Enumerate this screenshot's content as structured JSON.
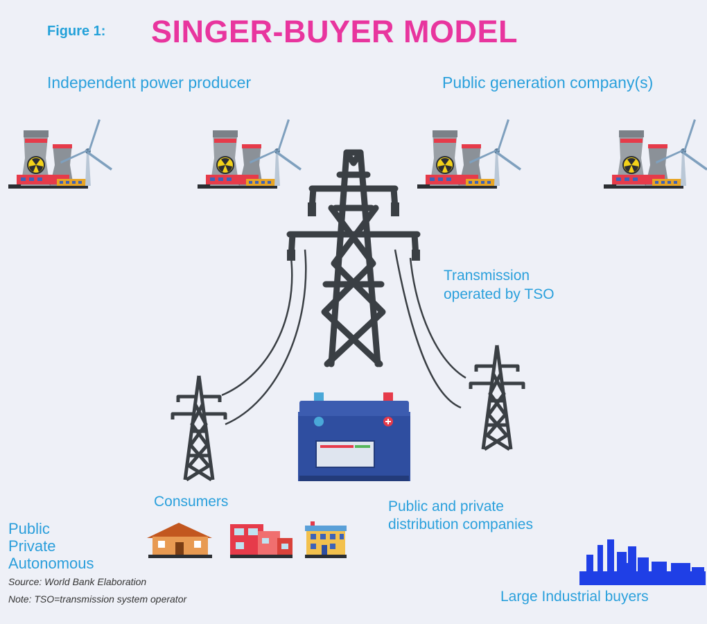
{
  "header": {
    "figure_label": "Figure 1:",
    "title": "SINGER-BUYER MODEL"
  },
  "generators": {
    "left_label": "Independent power producer",
    "right_label": "Public generation company(s)"
  },
  "transmission": {
    "line1": "Transmission",
    "line2": "operated by TSO"
  },
  "consumers": {
    "label": "Consumers"
  },
  "distribution": {
    "line1": "Public and private",
    "line2": "distribution companies"
  },
  "ownership": [
    "Public",
    "Private",
    "Autonomous"
  ],
  "industrial": {
    "label": "Large Industrial buyers"
  },
  "footer": {
    "source": "Source: World Bank Elaboration",
    "note": "Note: TSO=transmission system operator"
  },
  "colors": {
    "title": "#e8359e",
    "label": "#2aa0dc",
    "tower": "#3a3f44",
    "battery": "#2f4ea0",
    "industry": "#1f3fe6"
  },
  "icons": [
    "power-plant-icon",
    "wind-turbine-icon",
    "transmission-tower-icon",
    "battery-icon",
    "house-icon",
    "factory-skyline-icon"
  ]
}
